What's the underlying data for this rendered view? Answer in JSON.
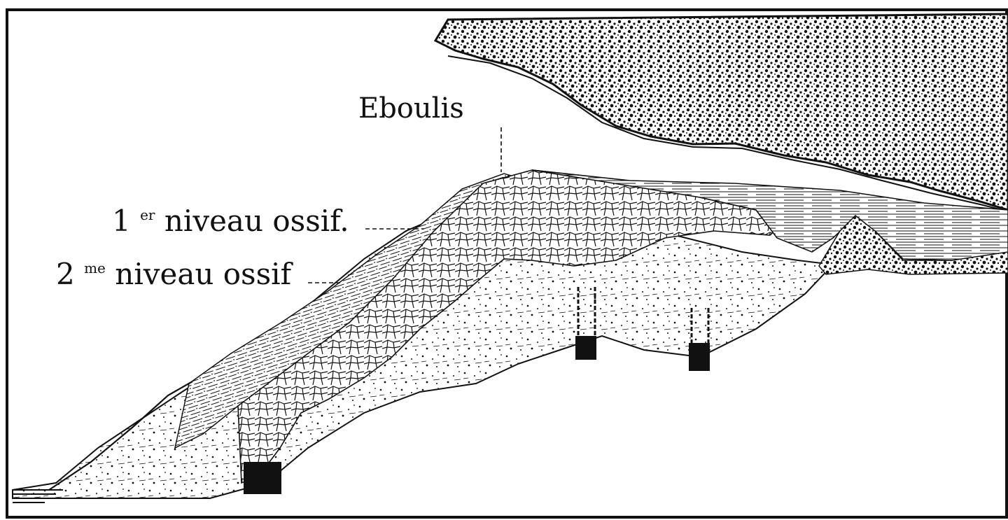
{
  "labels": {
    "eboulis": "Eboulis",
    "level1_prefix": "1",
    "level1_sup": "er",
    "level1_text": "niveau  ossif.",
    "level2_prefix": "2",
    "level2_sup": "me",
    "level2_text": "niveau  ossif"
  },
  "colors": {
    "ink": "#111111",
    "paper": "#ffffff"
  }
}
